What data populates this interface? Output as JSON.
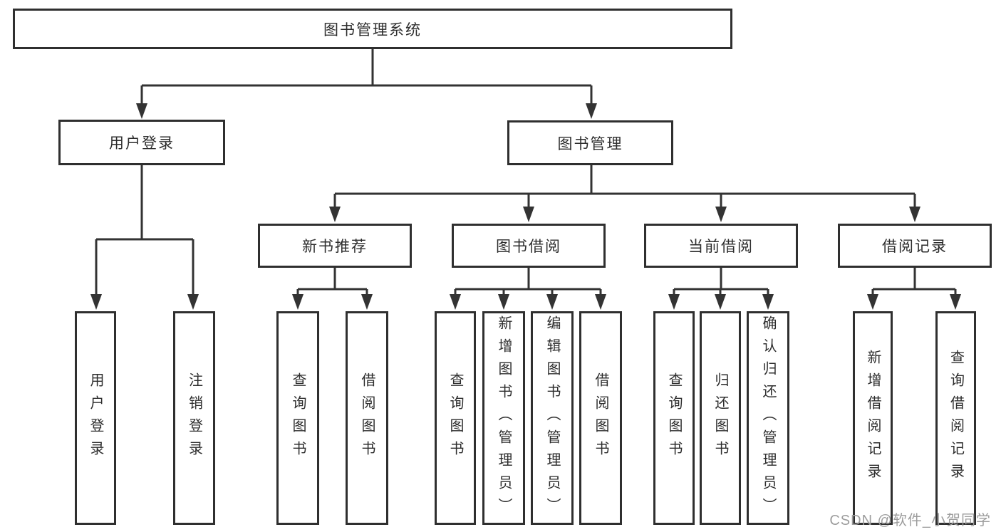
{
  "diagram": {
    "root": {
      "label": "图书管理系统"
    },
    "branches": [
      {
        "label": "用户登录",
        "children": [
          {
            "label": "用户登录"
          },
          {
            "label": "注销登录"
          }
        ]
      },
      {
        "label": "图书管理",
        "children": [
          {
            "label": "新书推荐",
            "children": [
              {
                "label": "查询图书"
              },
              {
                "label": "借阅图书"
              }
            ]
          },
          {
            "label": "图书借阅",
            "children": [
              {
                "label": "查询图书"
              },
              {
                "label": "新增图书（管理员）"
              },
              {
                "label": "编辑图书（管理员）"
              },
              {
                "label": "借阅图书"
              }
            ]
          },
          {
            "label": "当前借阅",
            "children": [
              {
                "label": "查询图书"
              },
              {
                "label": "归还图书"
              },
              {
                "label": "确认归还（管理员）"
              }
            ]
          },
          {
            "label": "借阅记录",
            "children": [
              {
                "label": "新增借阅记录"
              },
              {
                "label": "查询借阅记录"
              }
            ]
          }
        ]
      }
    ]
  },
  "watermark": {
    "text": "CSDN @软件_小贺同学"
  },
  "colors": {
    "line": "#333333",
    "box_border": "#2f2f2f",
    "text": "#2d2d2d",
    "watermark": "#9d9d9d",
    "background": "#ffffff"
  }
}
